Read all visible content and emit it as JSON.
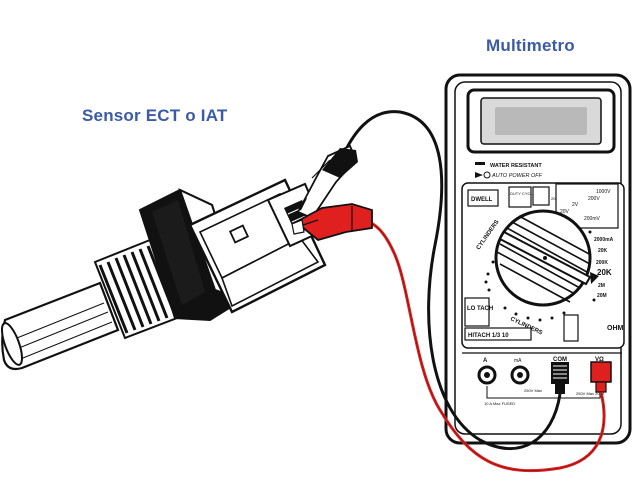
{
  "captions": {
    "sensor": "Sensor ECT o IAT",
    "multimeter": "Multimetro"
  },
  "colors": {
    "caption": "#3b5ba5",
    "probe_red": "#e0201f",
    "probe_black": "#111111",
    "outline": "#111111"
  },
  "meter": {
    "top_label": "WATER RESISTANT",
    "auto_power_off": "AUTO POWER OFF",
    "dial": {
      "left_labels": [
        "DWELL",
        "DUTY CYCLE",
        "CYLINDERS",
        "LO TACH",
        "HITACH 1/3 10"
      ],
      "right_labels": [
        "200mV",
        "20V",
        "2V",
        "200V",
        "1000V",
        "200mV",
        "2000mA",
        "20K",
        "200K",
        "2M",
        "20M",
        "OHM"
      ],
      "selected": "20K"
    },
    "jacks": {
      "amp": "A",
      "ma": "mA",
      "com": "COM",
      "volt_ohm": "VΩ"
    },
    "small_text": {
      "fuse_left": "10 A Max FUSED",
      "fuse_mid": "250V Max",
      "fuse_right": "250V Max 20 M"
    }
  },
  "icons": {
    "sensor": "temperature-sensor-icon",
    "multimeter": "multimeter-icon",
    "red_probe": "red-alligator-clip-icon",
    "black_probe": "black-alligator-clip-icon"
  }
}
